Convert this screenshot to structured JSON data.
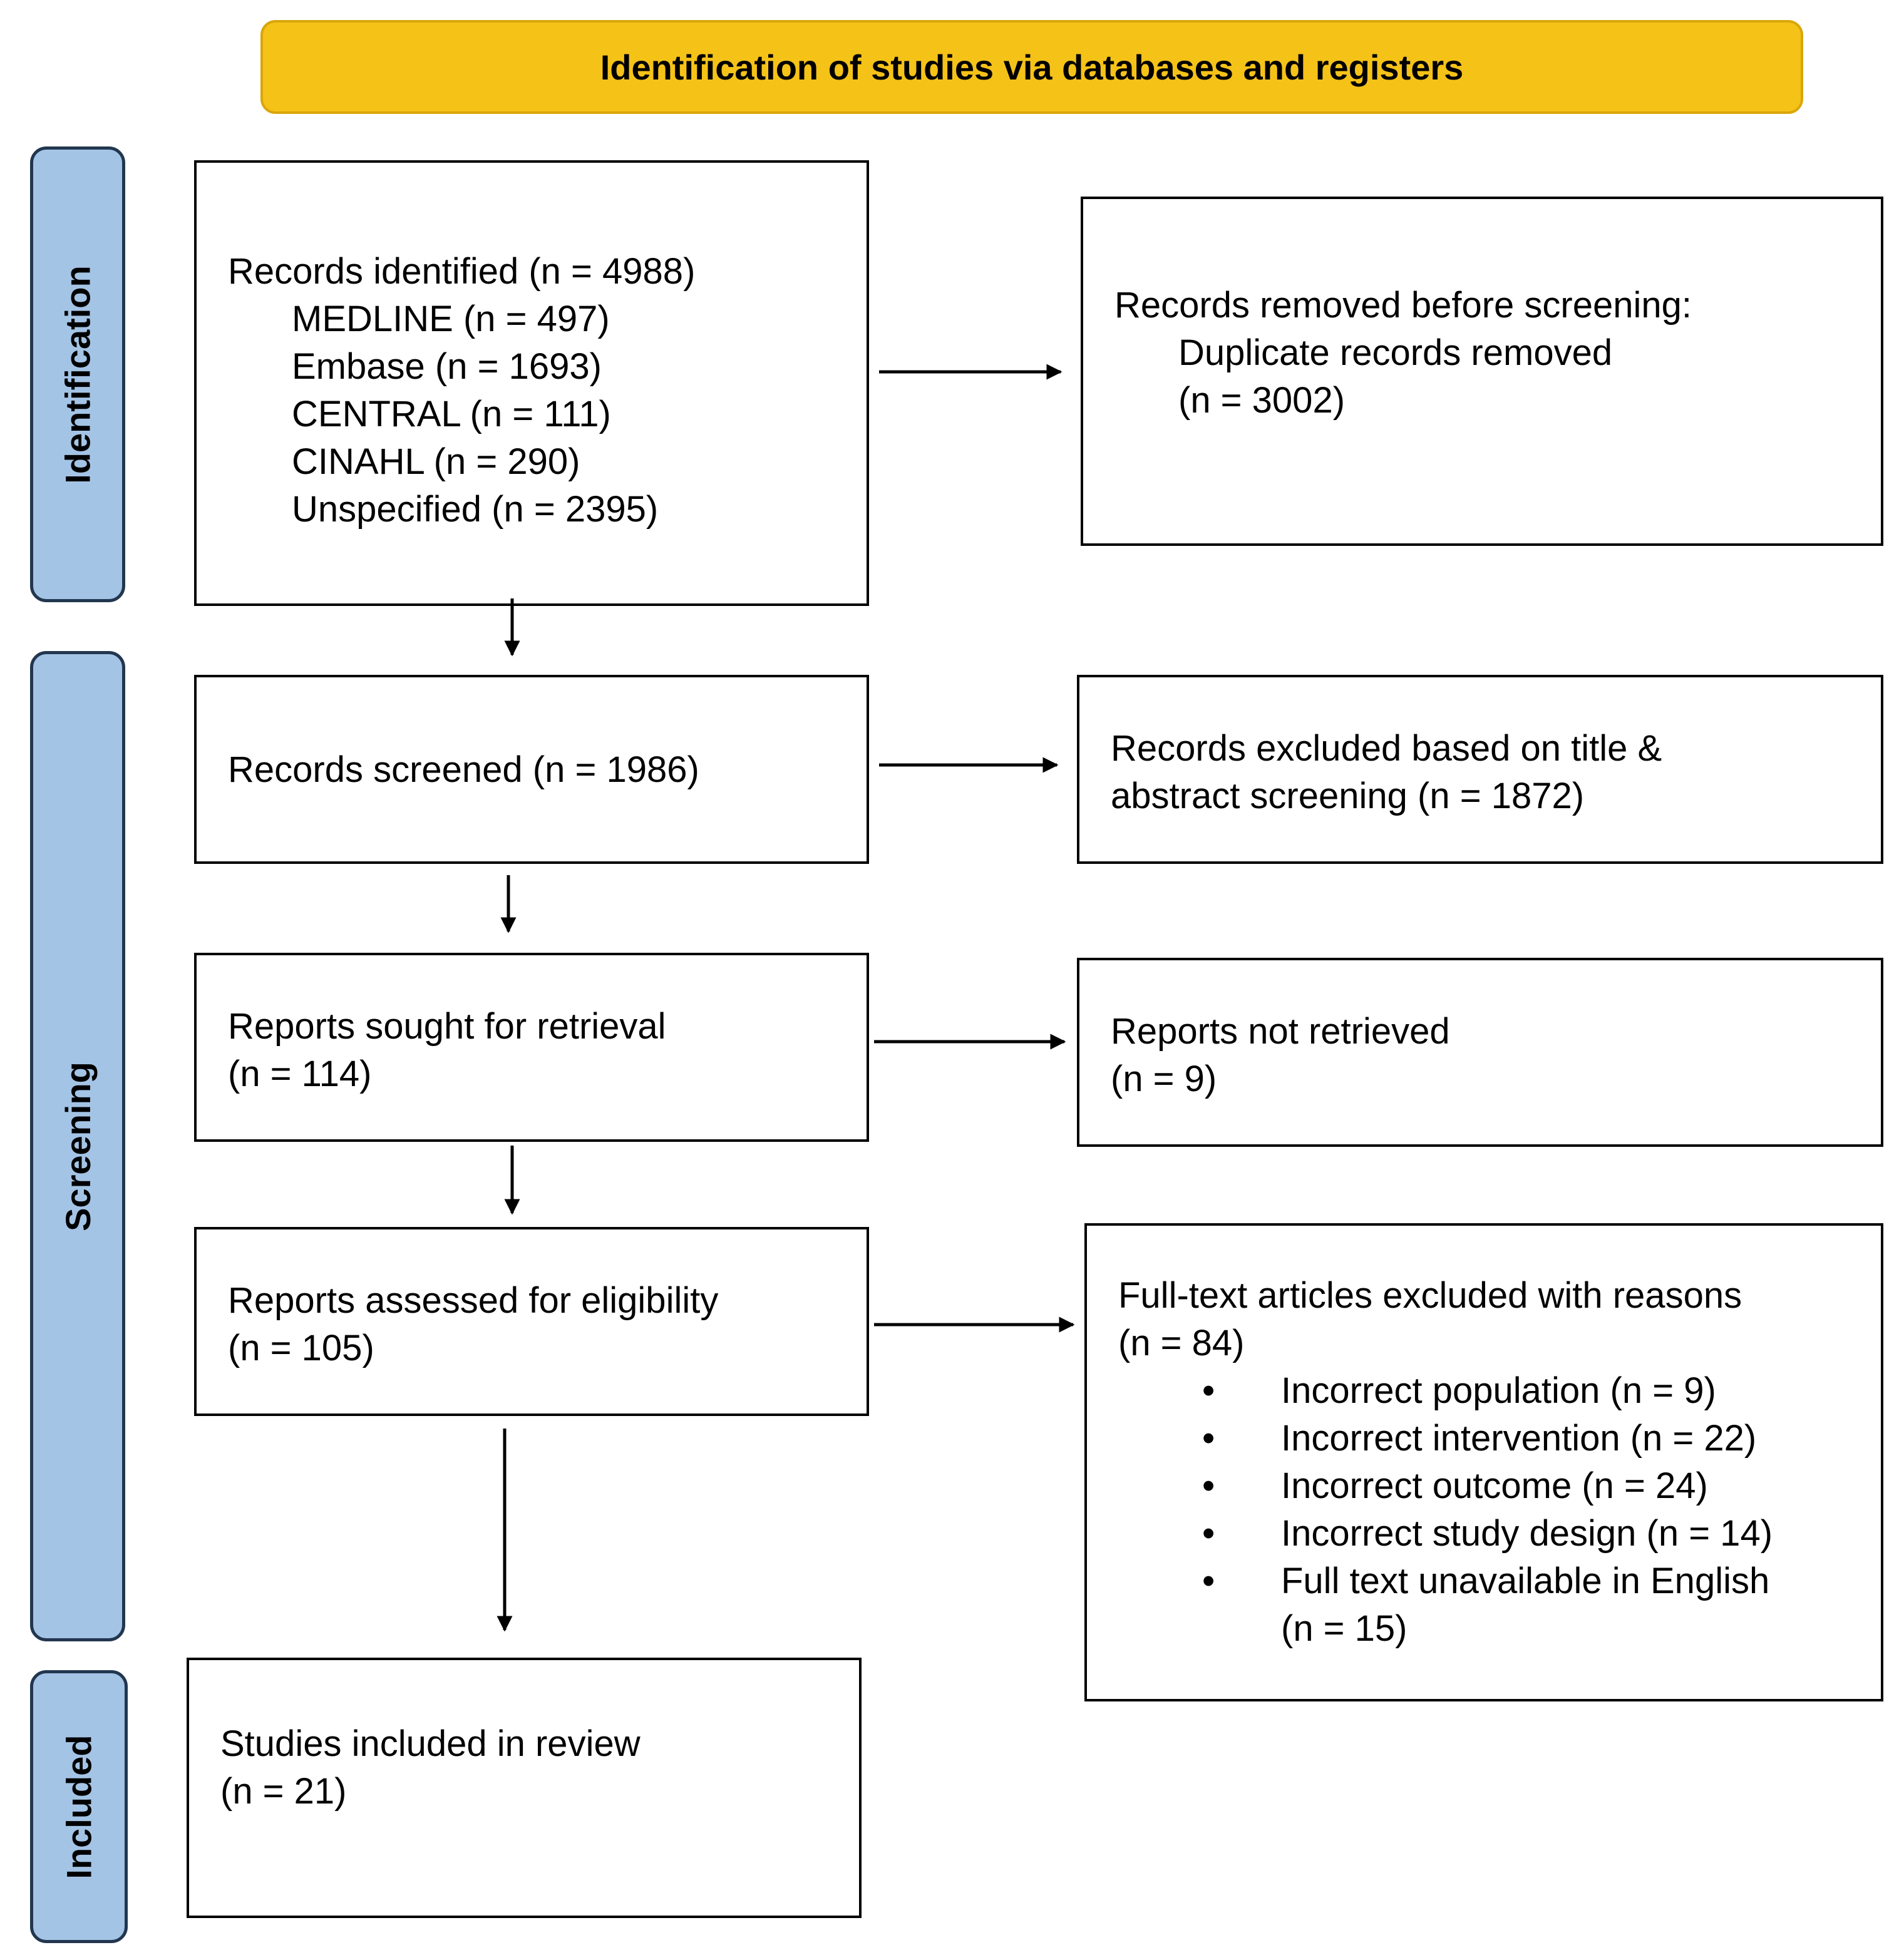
{
  "header": "Identification of studies via databases and registers",
  "phases": {
    "identification": "Identification",
    "screening": "Screening",
    "included": "Included"
  },
  "records_identified": {
    "title": "Records identified (n = 4988)",
    "sources": [
      "MEDLINE (n = 497)",
      "Embase (n = 1693)",
      "CENTRAL (n = 111)",
      "CINAHL (n = 290)",
      "Unspecified (n = 2395)"
    ]
  },
  "records_removed": {
    "title": "Records removed before screening:",
    "line1": "Duplicate records removed",
    "line2": "(n = 3002)"
  },
  "records_screened": "Records screened (n = 1986)",
  "records_excluded": {
    "line1": "Records excluded based on title &",
    "line2": "abstract screening (n = 1872)"
  },
  "reports_sought": {
    "line1": "Reports sought for retrieval",
    "line2": "(n = 114)"
  },
  "reports_not_retrieved": {
    "line1": "Reports not retrieved",
    "line2": "(n = 9)"
  },
  "reports_assessed": {
    "line1": "Reports assessed for eligibility",
    "line2": "(n = 105)"
  },
  "fulltext_excluded": {
    "line1": "Full-text articles excluded with reasons",
    "line2": "(n = 84)",
    "bullet": "•",
    "reasons": [
      "Incorrect population (n = 9)",
      "Incorrect intervention (n = 22)",
      "Incorrect outcome (n = 24)",
      "Incorrect study design (n = 14)",
      "Full text unavailable in English"
    ],
    "last_reason_continued": "(n = 15)"
  },
  "studies_included": {
    "line1": "Studies included in review",
    "line2": "(n = 21)"
  }
}
